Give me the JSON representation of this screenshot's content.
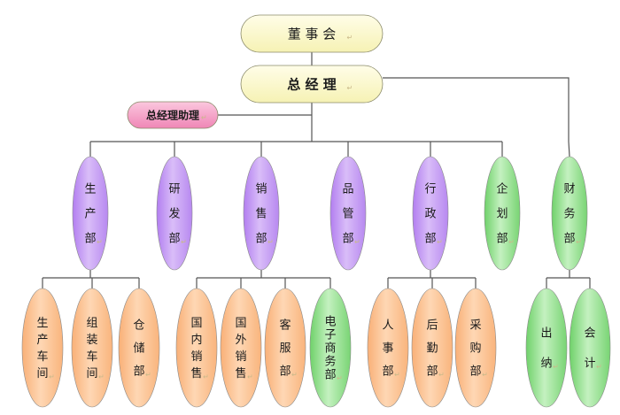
{
  "top_nodes": [
    {
      "id": "board",
      "label": "董 事 会",
      "shape": "pill",
      "color": "yellow"
    },
    {
      "id": "gm",
      "label": "总 经 理",
      "shape": "pill",
      "color": "yellow"
    },
    {
      "id": "assistant",
      "label": "总经理助理",
      "shape": "pill",
      "color": "pink"
    }
  ],
  "departments": [
    {
      "id": "production",
      "label": "生产部",
      "color": "purple"
    },
    {
      "id": "rnd",
      "label": "研发部",
      "color": "purple"
    },
    {
      "id": "sales",
      "label": "销售部",
      "color": "purple"
    },
    {
      "id": "quality",
      "label": "品管部",
      "color": "purple"
    },
    {
      "id": "admin",
      "label": "行政部",
      "color": "purple"
    },
    {
      "id": "planning",
      "label": "企划部",
      "color": "green"
    },
    {
      "id": "finance",
      "label": "财务部",
      "color": "green"
    }
  ],
  "sub_units": [
    {
      "id": "workshop",
      "parent": "production",
      "label": "生产车间",
      "color": "orange"
    },
    {
      "id": "assembly",
      "parent": "production",
      "label": "组装车间",
      "color": "orange"
    },
    {
      "id": "warehouse",
      "parent": "production",
      "label": "仓储部",
      "color": "orange"
    },
    {
      "id": "domestic",
      "parent": "sales",
      "label": "国内销售",
      "color": "orange"
    },
    {
      "id": "overseas",
      "parent": "sales",
      "label": "国外销售",
      "color": "orange"
    },
    {
      "id": "service",
      "parent": "sales",
      "label": "客服部",
      "color": "orange"
    },
    {
      "id": "ecommerce",
      "parent": "sales",
      "label": "电子商务部",
      "color": "green"
    },
    {
      "id": "hr",
      "parent": "admin",
      "label": "人事部",
      "color": "orange"
    },
    {
      "id": "logistics",
      "parent": "admin",
      "label": "后勤部",
      "color": "orange"
    },
    {
      "id": "purchasing",
      "parent": "admin",
      "label": "采购部",
      "color": "orange"
    },
    {
      "id": "cashier",
      "parent": "finance",
      "label": "出纳",
      "color": "green"
    },
    {
      "id": "accounting",
      "parent": "finance",
      "label": "会计",
      "color": "green"
    }
  ],
  "colors": {
    "yellow": "#fdfbd0",
    "pink": "#f59dc5",
    "purple": "#c79bf3",
    "green": "#93e08e",
    "orange": "#fdc291",
    "line": "#555555"
  },
  "return_mark": "↵"
}
